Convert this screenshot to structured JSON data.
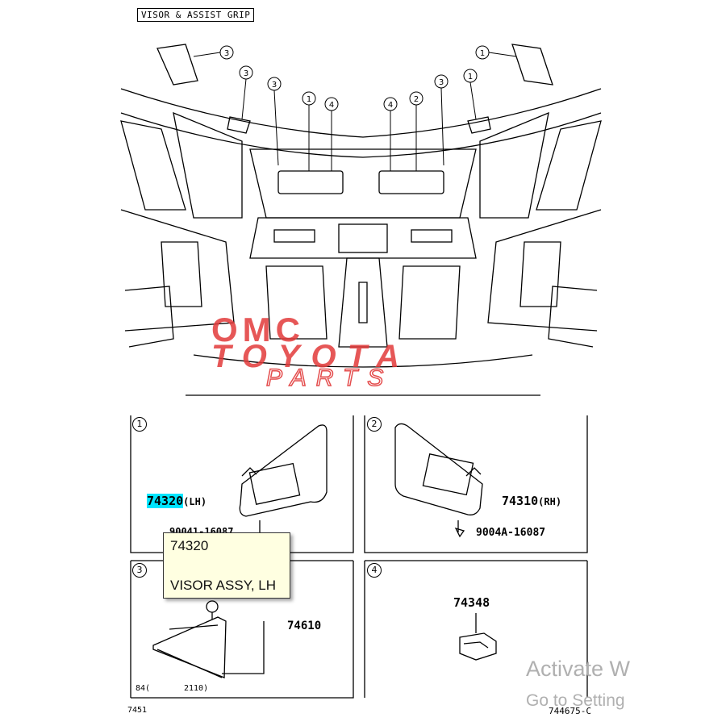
{
  "diagram": {
    "title": "VISOR & ASSIST GRIP",
    "callouts_top": [
      "3",
      "3",
      "3",
      "1",
      "4",
      "4",
      "2",
      "3",
      "1",
      "1"
    ],
    "panels": [
      {
        "num": "1",
        "part": "74320",
        "side": "(LH)",
        "fastener": "90041-16087"
      },
      {
        "num": "2",
        "part": "74310",
        "side": "(RH)",
        "fastener": "9004A-16087"
      },
      {
        "num": "3",
        "part": "74610",
        "sub_left": "84(",
        "sub_mid": "2110)"
      },
      {
        "num": "4",
        "part": "74348"
      }
    ],
    "footer_left": "7451",
    "footer_right": "744675-C"
  },
  "tooltip": {
    "code": "74320",
    "description": "VISOR ASSY, LH"
  },
  "watermark": {
    "line1": "OMC",
    "line2": "TOYOTA",
    "line3": "PARTS",
    "color": "#e23a3a"
  },
  "windows_notice": {
    "line1": "Activate W",
    "line2": "Go to Setting"
  }
}
